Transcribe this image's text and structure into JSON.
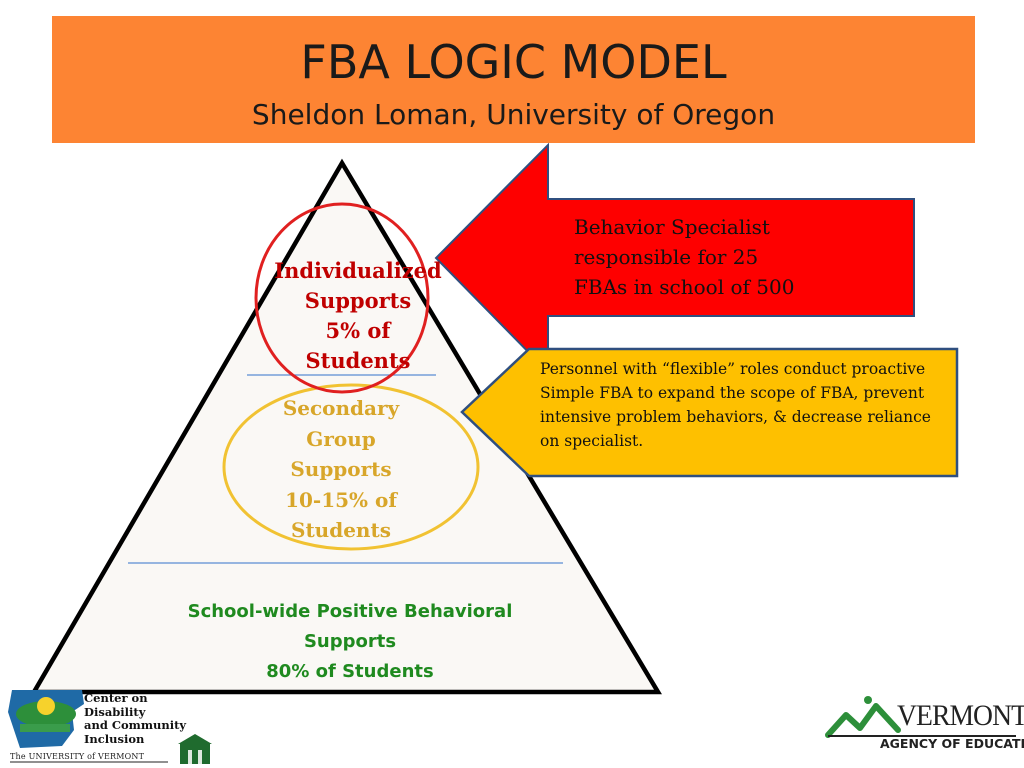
{
  "header": {
    "title": "FBA LOGIC MODEL",
    "subtitle": "Sheldon Loman, University of Oregon"
  },
  "pyramid": {
    "top_tier": {
      "lines": [
        "Individualized",
        "Supports",
        "5% of",
        "Students"
      ]
    },
    "middle_tier": {
      "lines": [
        "Secondary",
        "Group",
        "Supports",
        "10-15% of",
        "Students"
      ]
    },
    "base_tier": {
      "lines": [
        "School-wide Positive Behavioral",
        "Supports",
        "80% of Students"
      ]
    }
  },
  "callouts": {
    "behavior_specialist": [
      "Behavior Specialist",
      "responsible for 25",
      "FBAs in school of 500"
    ],
    "personnel": "Personnel with “flexible” roles conduct proactive Simple FBA  to expand the scope of FBA, prevent intensive problem behaviors,  & decrease reliance on specialist."
  },
  "logos": {
    "cdci": [
      "Center on",
      "Disability",
      "and Community",
      "Inclusion"
    ],
    "uvm": "The UNIVERSITY of VERMONT",
    "vermont_name": "VERMONT",
    "vermont_agency": "AGENCY OF EDUCATION"
  },
  "colors": {
    "header_bg": "#fd8433",
    "red_arrow": "#fe0000",
    "gold_arrow": "#fec000",
    "top_tier_text": "#c00000",
    "middle_tier_text": "#d8a62a",
    "base_tier_text": "#1f8a1f"
  }
}
